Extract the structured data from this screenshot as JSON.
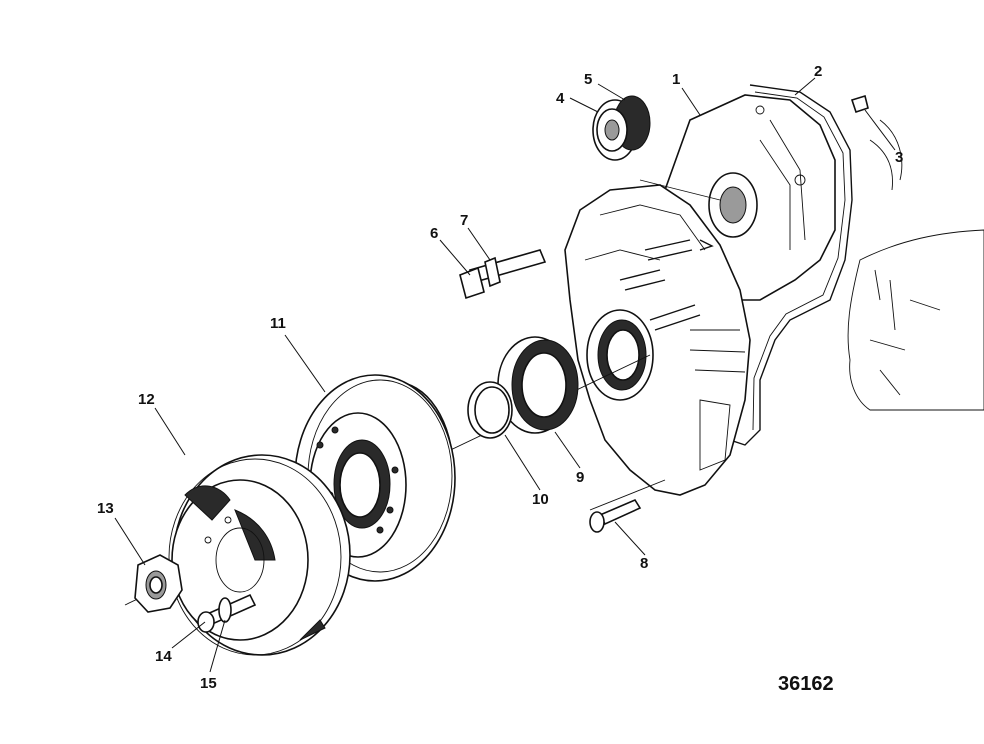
{
  "diagram": {
    "figure_number": "36162",
    "callouts": [
      {
        "id": "1",
        "label": "1"
      },
      {
        "id": "2",
        "label": "2"
      },
      {
        "id": "3",
        "label": "3"
      },
      {
        "id": "4",
        "label": "4"
      },
      {
        "id": "5",
        "label": "5"
      },
      {
        "id": "6",
        "label": "6"
      },
      {
        "id": "7",
        "label": "7"
      },
      {
        "id": "8",
        "label": "8"
      },
      {
        "id": "9",
        "label": "9"
      },
      {
        "id": "10",
        "label": "10"
      },
      {
        "id": "11",
        "label": "11"
      },
      {
        "id": "12",
        "label": "12"
      },
      {
        "id": "13",
        "label": "13"
      },
      {
        "id": "14",
        "label": "14"
      },
      {
        "id": "15",
        "label": "15"
      }
    ]
  }
}
